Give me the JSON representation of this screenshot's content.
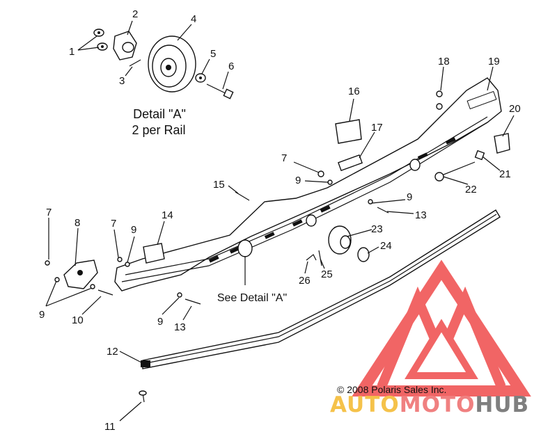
{
  "callouts": {
    "c1": "1",
    "c2": "2",
    "c3": "3",
    "c4": "4",
    "c5": "5",
    "c6": "6",
    "c7a": "7",
    "c7b": "7",
    "c7c": "7",
    "c8": "8",
    "c9a": "9",
    "c9b": "9",
    "c9c": "9",
    "c9d": "9",
    "c9e": "9",
    "c10": "10",
    "c11": "11",
    "c12": "12",
    "c13a": "13",
    "c13b": "13",
    "c14": "14",
    "c15": "15",
    "c16": "16",
    "c17": "17",
    "c18": "18",
    "c19": "19",
    "c20": "20",
    "c21": "21",
    "c22": "22",
    "c23": "23",
    "c24": "24",
    "c25": "25",
    "c26": "26"
  },
  "detail": {
    "title": "Detail \"A\"",
    "subtitle": "2 per Rail",
    "see_detail": "See Detail \"A\""
  },
  "copyright": "© 2008 Polaris Sales Inc.",
  "watermark": {
    "auto": "AUTO",
    "moto": "MOTO",
    "hub": "HUB",
    "colors": {
      "auto": "#f5c24a",
      "moto": "#f08080",
      "hub": "#7f7f7f",
      "logo": "#e53935"
    }
  }
}
